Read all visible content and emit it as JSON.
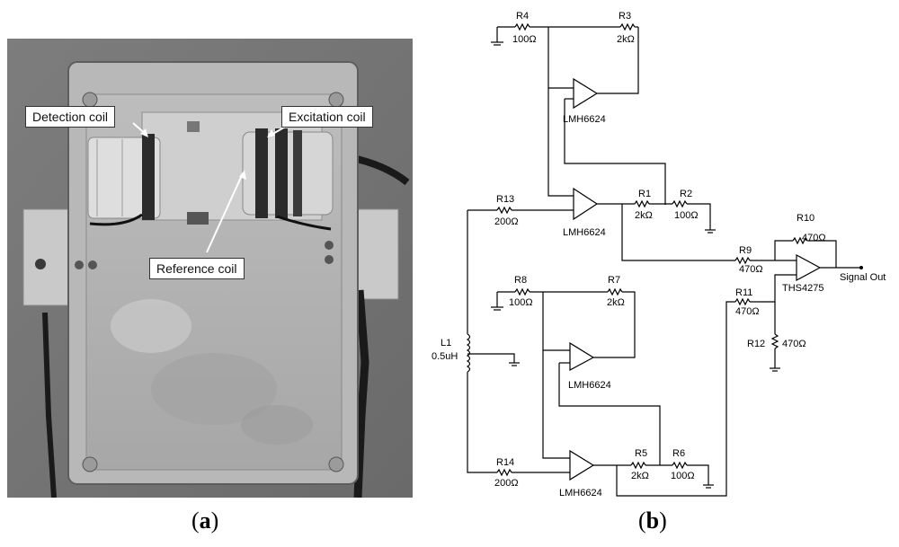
{
  "photo": {
    "labels": {
      "detection": "Detection coil",
      "excitation": "Excitation coil",
      "reference": "Reference coil"
    }
  },
  "captions": {
    "a": "a",
    "b": "b"
  },
  "schematic": {
    "R4": "R4",
    "R4v": "100Ω",
    "R3": "R3",
    "R3v": "2kΩ",
    "U1": "LMH6624",
    "R13": "R13",
    "R13v": "200Ω",
    "U2": "LMH6624",
    "R1": "R1",
    "R1v": "2kΩ",
    "R2": "R2",
    "R2v": "100Ω",
    "R10": "R10",
    "R10v": "470Ω",
    "R9": "R9",
    "R9v": "470Ω",
    "U5": "THS4275",
    "out": "Signal Out",
    "R11": "R11",
    "R11v": "470Ω",
    "R12": "R12",
    "R12v": "470Ω",
    "R8": "R8",
    "R8v": "100Ω",
    "R7": "R7",
    "R7v": "2kΩ",
    "U3": "LMH6624",
    "L1": "L1",
    "L1v": "0.5uH",
    "R14": "R14",
    "R14v": "200Ω",
    "U4": "LMH6624",
    "R5": "R5",
    "R5v": "2kΩ",
    "R6": "R6",
    "R6v": "100Ω"
  }
}
